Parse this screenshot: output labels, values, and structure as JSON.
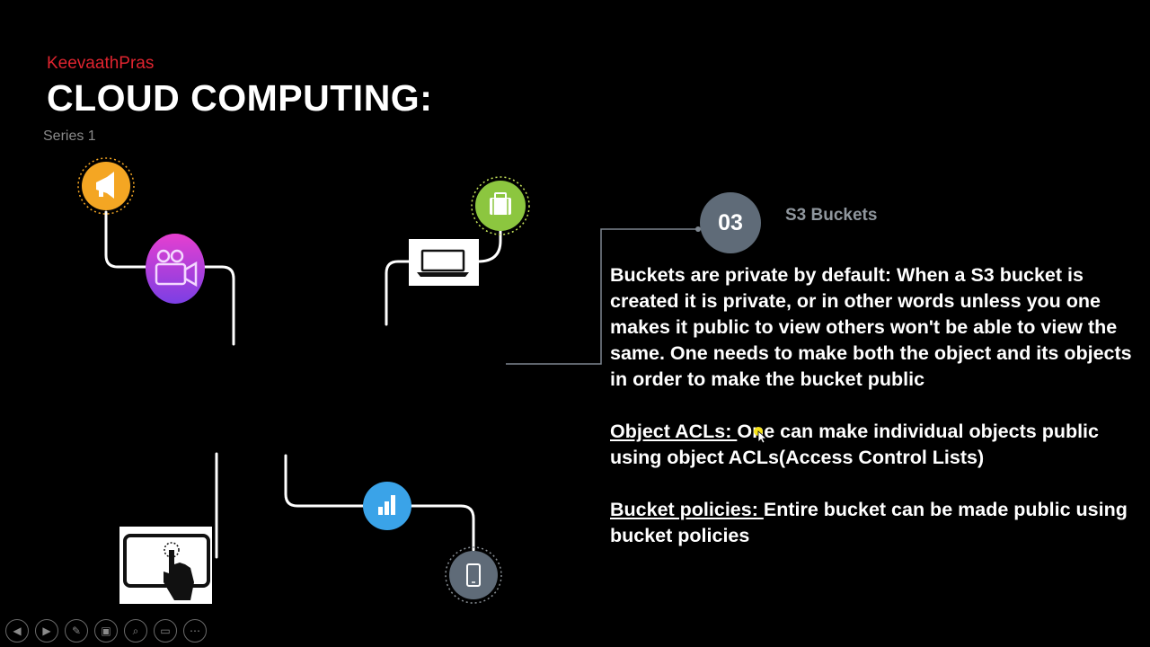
{
  "slide": {
    "brand": "KeevaathPras",
    "title": "CLOUD COMPUTING:",
    "series_label": "Series 1"
  },
  "section": {
    "number": "03",
    "label": "S3 Buckets"
  },
  "content": {
    "para1": "Buckets are private by default: When a S3 bucket is created it is private, or in other words unless you one makes it public to view others won't be able to view the same. One needs to make both the object and its objects in order to make the bucket public",
    "object_acls_heading": "Object ACLs: ",
    "object_acls_text": "One can make individual objects public using object ACLs(Access Control Lists)",
    "bucket_policies_heading": "Bucket policies: ",
    "bucket_policies_text": "Entire bucket can be made public using bucket policies"
  },
  "icons": [
    "megaphone-icon",
    "video-camera-icon",
    "laptop-icon",
    "briefcase-icon",
    "tablet-touch-icon",
    "bar-chart-icon",
    "smartphone-icon"
  ],
  "toolbar": {
    "prev": "◀",
    "next": "▶",
    "pen": "✎",
    "slides": "▣",
    "zoom": "⌕",
    "subtitles": "▭",
    "more": "⋯"
  },
  "colors": {
    "background": "#000000",
    "brand": "#e0242f",
    "megaphone": "#f4a623",
    "briefcase": "#8cc63f",
    "chart": "#3aa3e8",
    "phone": "#5f6b78",
    "number_circle": "#5f6b78"
  }
}
